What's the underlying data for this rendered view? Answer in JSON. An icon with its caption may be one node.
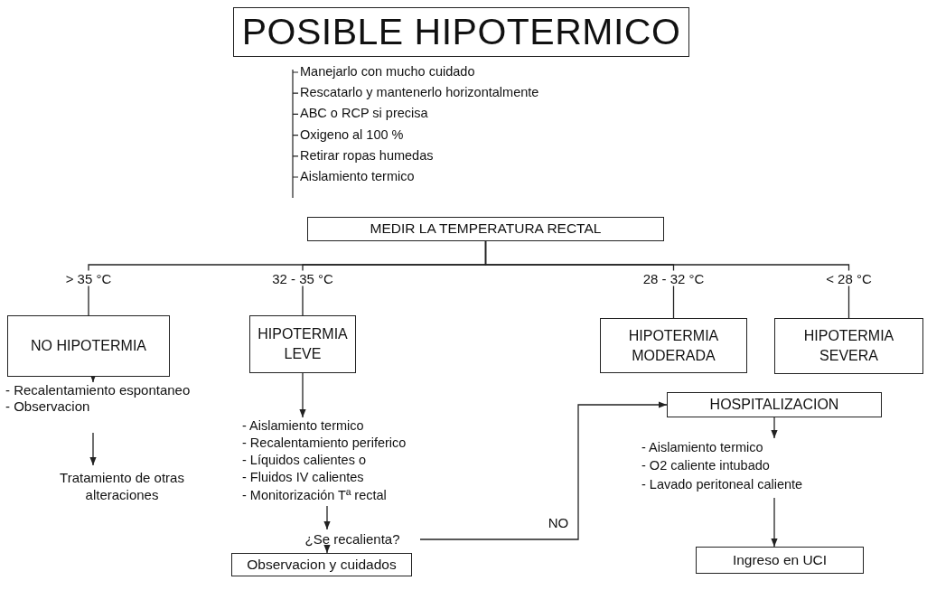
{
  "diagram": {
    "nodes": [
      {
        "text": [
          "POSIBLE HIPOTERMICO"
        ]
      },
      {
        "text": [
          "MEDIR LA TEMPERATURA RECTAL"
        ]
      },
      {
        "text": [
          "NO HIPOTERMIA"
        ]
      },
      {
        "text": [
          "HIPOTERMIA LEVE"
        ]
      },
      {
        "text": [
          "HIPOTERMIA MODERADA"
        ]
      },
      {
        "text": [
          "HIPOTERMIA SEVERA"
        ]
      },
      {
        "text": [
          "- Recalentamiento espontaneo",
          "- Observacion"
        ]
      },
      {
        "text": [
          "Tratamiento de otras alteraciones"
        ]
      },
      {
        "text": [
          "- Aislamiento termico",
          "- Recalentamiento periferico",
          "- Líquidos calientes o",
          "- Fluidos IV calientes",
          "- Monitorización Tª rectal"
        ]
      },
      {
        "text": [
          "¿Se recalienta?"
        ]
      },
      {
        "text": [
          "Observacion y cuidados"
        ]
      },
      {
        "text": [
          "HOSPITALIZACION"
        ]
      },
      {
        "text": [
          "- Aislamiento termico",
          "- O2 caliente intubado",
          "- Lavado peritoneal caliente"
        ]
      },
      {
        "text": [
          "Ingreso en UCI"
        ]
      }
    ],
    "edges": [
      {
        "from": 1,
        "to": 2,
        "arrow": "none",
        "label": "> 35 °C"
      },
      {
        "from": 1,
        "to": 3,
        "arrow": "none",
        "label": "32 - 35 °C"
      },
      {
        "from": 1,
        "to": 4,
        "arrow": "none",
        "label": "28 - 32 °C"
      },
      {
        "from": 1,
        "to": 5,
        "arrow": "none",
        "label": "< 28 °C"
      },
      {
        "from": 2,
        "to": 6,
        "arrow": "to"
      },
      {
        "from": 6,
        "to": 7,
        "arrow": "to"
      },
      {
        "from": 3,
        "to": 8,
        "arrow": "to"
      },
      {
        "from": 8,
        "to": 9,
        "arrow": "to"
      },
      {
        "from": 9,
        "to": 10,
        "arrow": "to"
      },
      {
        "from": 9,
        "to": 11,
        "arrow": "to",
        "label": "NO"
      },
      {
        "from": 11,
        "to": 12,
        "arrow": "to"
      },
      {
        "from": 12,
        "to": 13,
        "arrow": "to"
      }
    ],
    "labels": [
      "Manejarlo con mucho cuidado",
      "Rescatarlo y mantenerlo horizontalmente",
      "ABC o RCP si precisa",
      "Oxigeno al 100 %",
      "Retirar ropas humedas",
      "Aislamiento termico"
    ]
  }
}
